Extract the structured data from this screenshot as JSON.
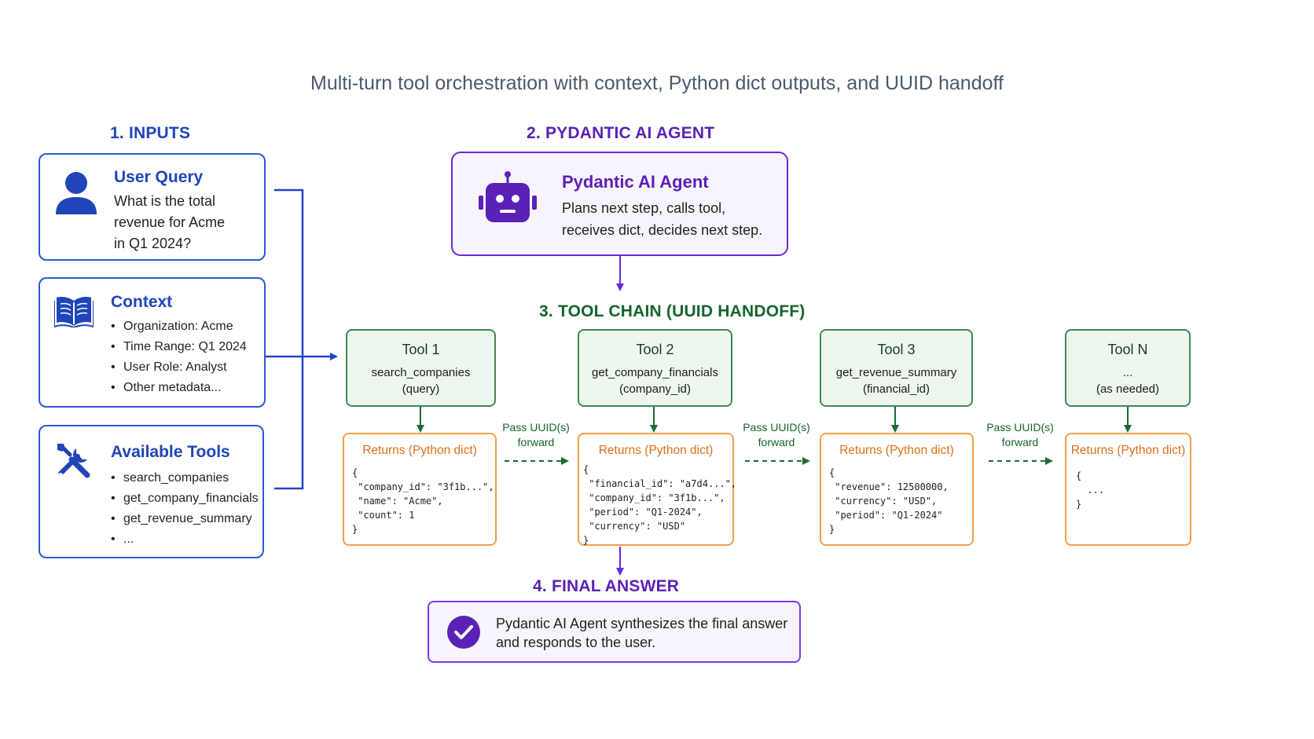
{
  "title": "Multi-turn tool orchestration with context, Python dict outputs, and UUID handoff",
  "sections": {
    "inputs": "1. INPUTS",
    "agent": "2. PYDANTIC AI AGENT",
    "tool_chain": "3. TOOL CHAIN (UUID HANDOFF)",
    "final": "4. FINAL ANSWER"
  },
  "inputs": {
    "user_query": {
      "title": "User Query",
      "lines": [
        "What is the total",
        "revenue for Acme",
        "in Q1 2024?"
      ],
      "icon": "user-icon"
    },
    "context": {
      "title": "Context",
      "items": [
        "Organization: Acme",
        "Time Range: Q1 2024",
        "User Role: Analyst",
        "Other metadata..."
      ],
      "icon": "book-icon"
    },
    "tools": {
      "title": "Available Tools",
      "items": [
        "search_companies",
        "get_company_financials",
        "get_revenue_summary",
        "..."
      ],
      "icon": "wrench-screwdriver-icon"
    }
  },
  "agent": {
    "title": "Pydantic AI Agent",
    "lines": [
      "Plans next step, calls tool,",
      "receives dict, decides next step."
    ],
    "icon": "robot-icon"
  },
  "tools": [
    {
      "name": "Tool 1",
      "fn": "search_companies",
      "arg": "(query)",
      "returns_title": "Returns (Python dict)",
      "code": "{\n \"company_id\": \"3f1b...\",\n \"name\": \"Acme\",\n \"count\": 1\n}"
    },
    {
      "name": "Tool 2",
      "fn": "get_company_financials",
      "arg": "(company_id)",
      "returns_title": "Returns (Python dict)",
      "code": "{\n \"financial_id\": \"a7d4...\",\n \"company_id\": \"3f1b...\",\n \"period\": \"Q1-2024\",\n \"currency\": \"USD\"\n}"
    },
    {
      "name": "Tool 3",
      "fn": "get_revenue_summary",
      "arg": "(financial_id)",
      "returns_title": "Returns (Python dict)",
      "code": "{\n \"revenue\": 12500000,\n \"currency\": \"USD\",\n \"period\": \"Q1-2024\"\n}"
    },
    {
      "name": "Tool N",
      "fn": "...",
      "arg": "(as needed)",
      "returns_title": "Returns (Python dict)",
      "code": "{\n  ...\n}"
    }
  ],
  "pass_label": {
    "line1": "Pass UUID(s)",
    "line2": "forward"
  },
  "final": {
    "lines": [
      "Pydantic AI Agent synthesizes the final answer",
      "and responds to the user."
    ],
    "icon": "check-circle-icon"
  },
  "colors": {
    "input_blue": "#2b59d6",
    "agent_purple": "#6d28d9",
    "tool_green": "#3e8a50",
    "returns_orange": "#f0a04a"
  }
}
